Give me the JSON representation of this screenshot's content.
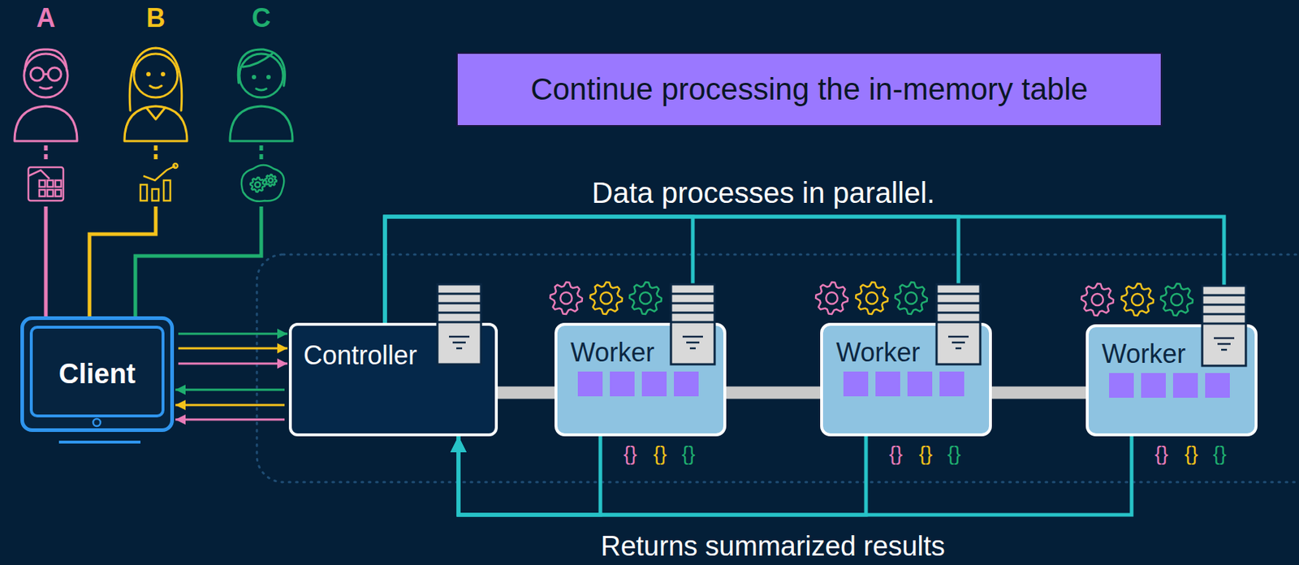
{
  "diagram": {
    "nodes": [
      {
        "text": [
          "A"
        ]
      },
      {
        "text": [
          "B"
        ]
      },
      {
        "text": [
          "C"
        ]
      },
      {
        "text": [
          "Continue processing the in-memory table"
        ]
      },
      {
        "text": [
          "Client"
        ]
      },
      {
        "text": [
          "Controller"
        ]
      },
      {
        "text": [
          "Worker"
        ]
      },
      {
        "text": [
          "Worker"
        ]
      },
      {
        "text": [
          "Worker"
        ]
      }
    ],
    "edges": [
      {
        "from": 0,
        "to": 4,
        "arrow": "none"
      },
      {
        "from": 1,
        "to": 4,
        "arrow": "none"
      },
      {
        "from": 2,
        "to": 4,
        "arrow": "none"
      },
      {
        "from": 4,
        "to": 5,
        "arrow": "to"
      },
      {
        "from": 4,
        "to": 5,
        "arrow": "to"
      },
      {
        "from": 4,
        "to": 5,
        "arrow": "to"
      },
      {
        "from": 5,
        "to": 4,
        "arrow": "to"
      },
      {
        "from": 5,
        "to": 4,
        "arrow": "to"
      },
      {
        "from": 5,
        "to": 4,
        "arrow": "to"
      },
      {
        "from": 5,
        "to": 6,
        "arrow": "none"
      },
      {
        "from": 5,
        "to": 7,
        "arrow": "none"
      },
      {
        "from": 5,
        "to": 8,
        "arrow": "none"
      },
      {
        "from": 6,
        "to": 5,
        "arrow": "to"
      },
      {
        "from": 7,
        "to": 5,
        "arrow": "to"
      },
      {
        "from": 8,
        "to": 5,
        "arrow": "to"
      },
      {
        "from": 5,
        "to": 6,
        "arrow": "none"
      },
      {
        "from": 6,
        "to": 7,
        "arrow": "none"
      },
      {
        "from": 7,
        "to": 8,
        "arrow": "none"
      }
    ],
    "labels": [
      "Data processes in parallel.",
      "Returns summarized results",
      "{}",
      "{}",
      "{}",
      "{}",
      "{}",
      "{}",
      "{}",
      "{}",
      "{}"
    ]
  }
}
